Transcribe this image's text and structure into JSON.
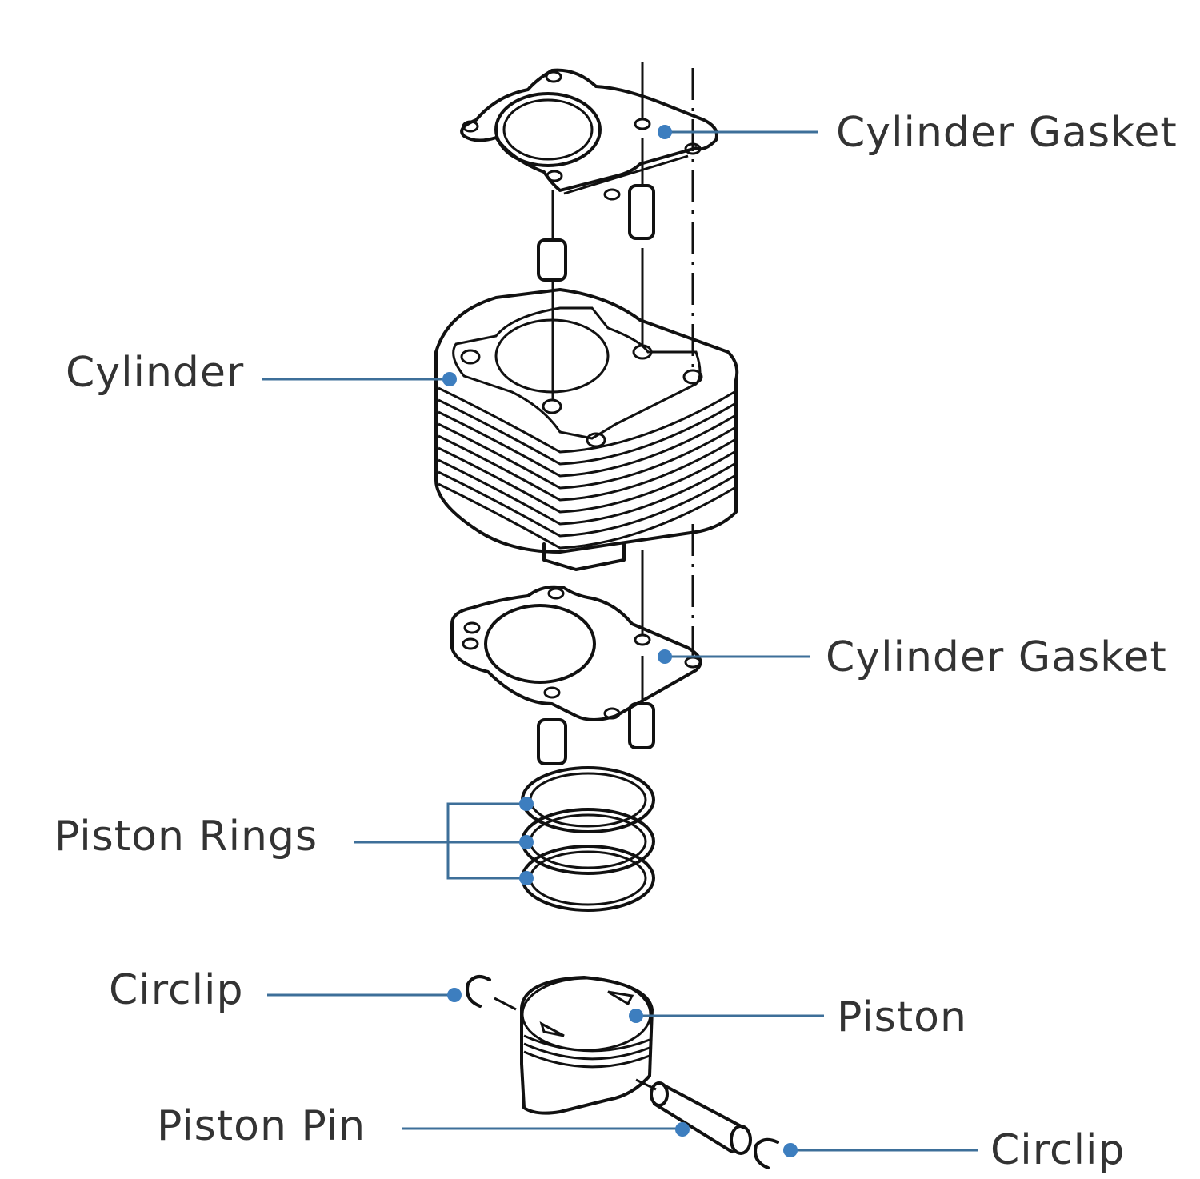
{
  "diagram": {
    "title": "Cylinder and piston assembly exploded view",
    "accent_color": "#3d7ebf",
    "leader_color": "#3d6f99",
    "labels": {
      "cylinder_gasket_top": "Cylinder Gasket",
      "cylinder": "Cylinder",
      "cylinder_gasket_bottom": "Cylinder Gasket",
      "piston_rings": "Piston Rings",
      "circlip_left": "Circlip",
      "piston": "Piston",
      "piston_pin": "Piston Pin",
      "circlip_right": "Circlip"
    }
  }
}
